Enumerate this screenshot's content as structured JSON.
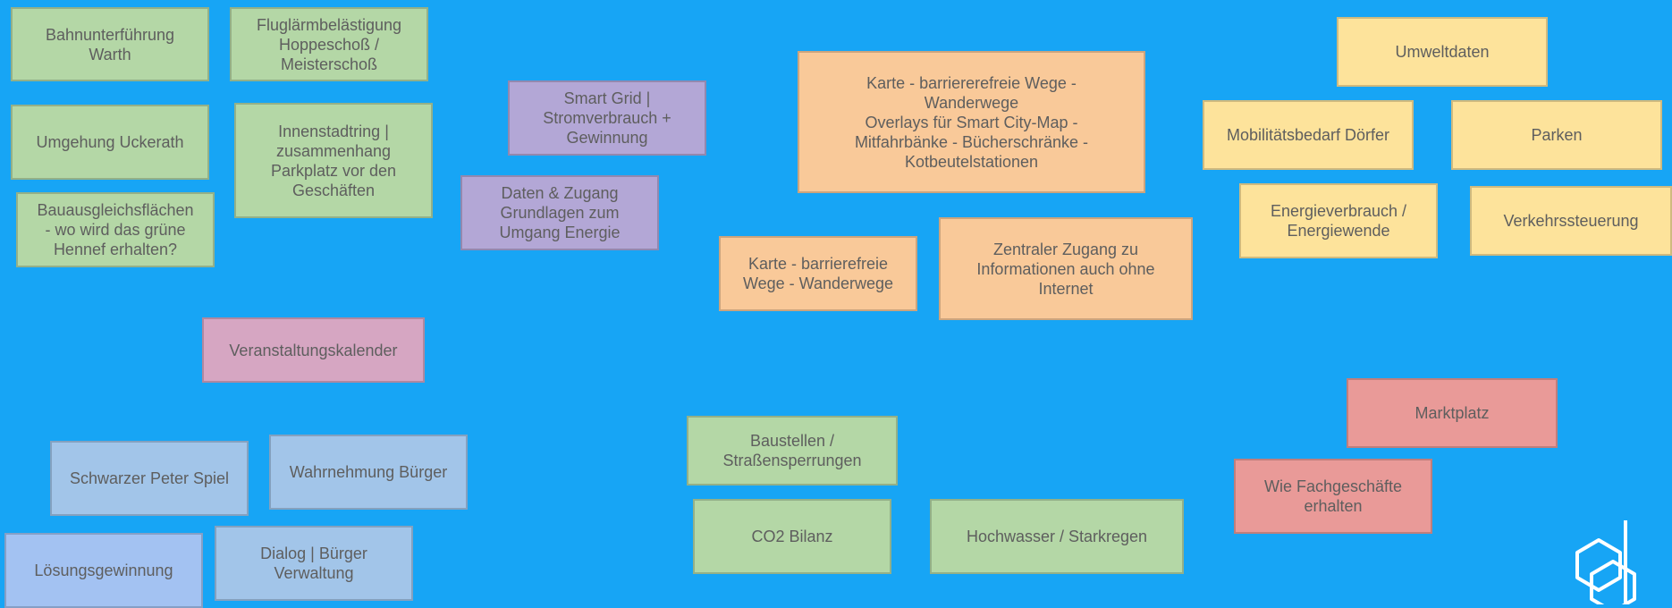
{
  "board": {
    "background_color": "#17a5f5",
    "note_colors": {
      "green": "#b4d7a6",
      "purple": "#b3a7d6",
      "orange": "#f9c999",
      "yellow": "#fde39b",
      "pink": "#d6a6c2",
      "blue": "#a2c5e9",
      "red": "#e99a98"
    }
  },
  "notes": {
    "bahnunterfuehrung": "Bahnunterführung\nWarth",
    "fluglaerm": "Fluglärmbelästigung\nHoppeschoß /\nMeisterschoß",
    "umgehung": "Umgehung Uckerath",
    "innenstadtring": "Innenstadtring |\nzusammenhang\nParkplatz vor den\nGeschäften",
    "bauausgleich": "Bauausgleichsflächen\n- wo wird das grüne\nHennef erhalten?",
    "smart_grid": "Smart Grid |\nStromverbrauch +\nGewinnung",
    "daten_zugang": "Daten & Zugang\nGrundlagen zum\nUmgang Energie",
    "karte_overlays": "Karte - barriererefreie Wege -\nWanderwege\nOverlays für Smart City-Map -\nMitfahrbänke - Bücherschränke -\nKotbeutelstationen",
    "karte_barrierefrei": "Karte - barrierefreie\nWege - Wanderwege",
    "zentraler_zugang": "Zentraler Zugang zu\nInformationen auch ohne\nInternet",
    "umweltdaten": "Umweltdaten",
    "mobilitaet": "Mobilitätsbedarf Dörfer",
    "parken": "Parken",
    "energieverbrauch": "Energieverbrauch /\nEnergiewende",
    "verkehr": "Verkehrssteuerung",
    "veranstaltung": "Veranstaltungskalender",
    "schwarzer_peter": "Schwarzer Peter Spiel",
    "wahrnehmung": "Wahrnehmung Bürger",
    "loesung": "Lösungsgewinnung",
    "dialog": "Dialog | Bürger\nVerwaltung",
    "baustellen": "Baustellen /\nStraßensperrungen",
    "co2": "CO2 Bilanz",
    "hochwasser": "Hochwasser / Starkregen",
    "marktplatz": "Marktplatz",
    "fachgeschaefte": "Wie Fachgeschäfte\nerhalten"
  },
  "logo": {
    "icon": "hexagon-logo-icon"
  }
}
